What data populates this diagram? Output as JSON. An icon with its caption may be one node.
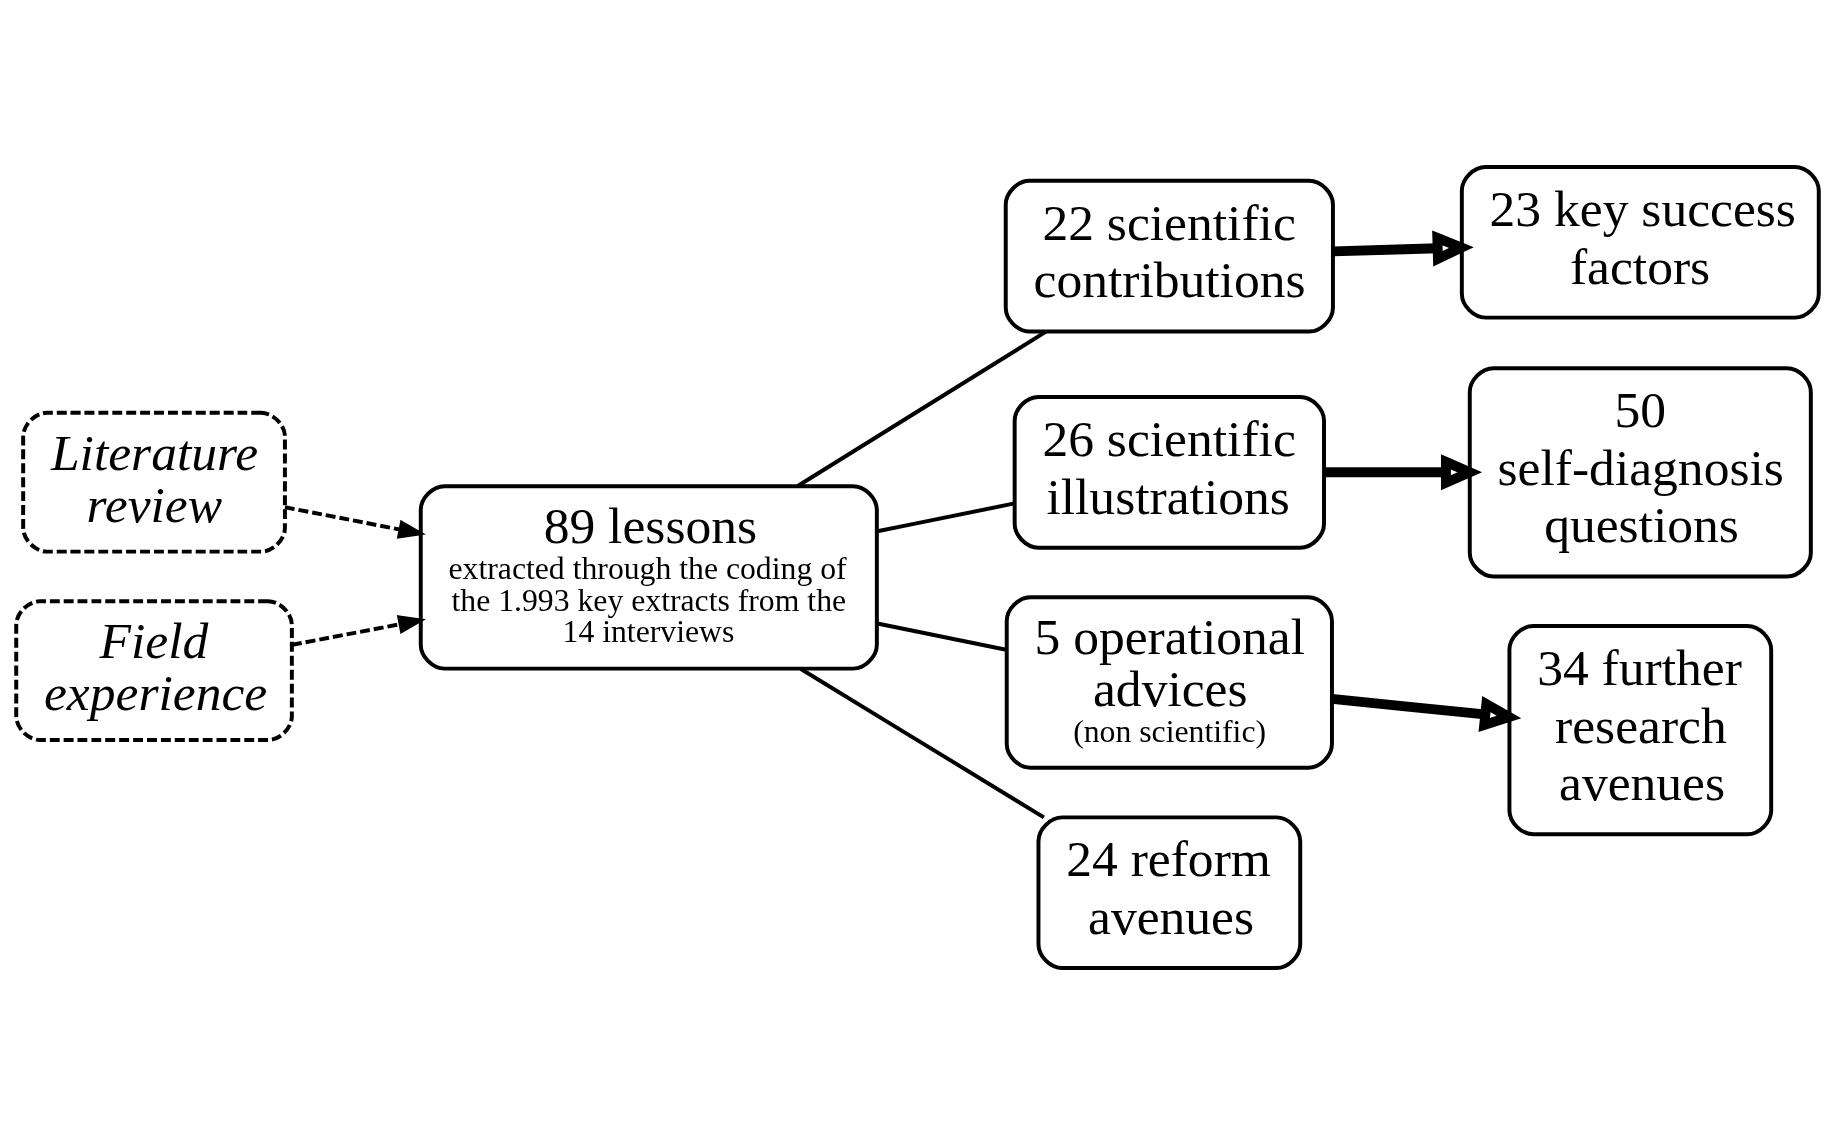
{
  "diagram": {
    "nodes": [
      {
        "text": [
          "Literature review"
        ]
      },
      {
        "text": [
          "89 lessons",
          "extracted through the coding of the 1.993 key extracts from the 14 interviews"
        ]
      },
      {
        "text": [
          "Field experience"
        ]
      },
      {
        "text": [
          "22 scientific contributions"
        ]
      },
      {
        "text": [
          "26 scientific illustrations"
        ]
      },
      {
        "text": [
          "5 operational advices",
          "(non scientific)"
        ]
      },
      {
        "text": [
          "24 reform avenues"
        ]
      },
      {
        "text": [
          "23 key success factors"
        ]
      },
      {
        "text": [
          "50 self-diagnosis questions"
        ]
      },
      {
        "text": [
          "34 further research avenues"
        ]
      }
    ],
    "edges": [
      {
        "from": 0,
        "to": 1,
        "arrow": "to",
        "style": "dashed"
      },
      {
        "from": 2,
        "to": 1,
        "arrow": "to",
        "style": "dashed"
      },
      {
        "from": 1,
        "to": 3,
        "arrow": "none"
      },
      {
        "from": 1,
        "to": 4,
        "arrow": "none"
      },
      {
        "from": 1,
        "to": 5,
        "arrow": "none"
      },
      {
        "from": 1,
        "to": 6,
        "arrow": "none"
      },
      {
        "from": 3,
        "to": 7,
        "arrow": "to",
        "style": "thick"
      },
      {
        "from": 4,
        "to": 8,
        "arrow": "to",
        "style": "thick"
      },
      {
        "from": 5,
        "to": 9,
        "arrow": "to",
        "style": "thick"
      }
    ]
  }
}
